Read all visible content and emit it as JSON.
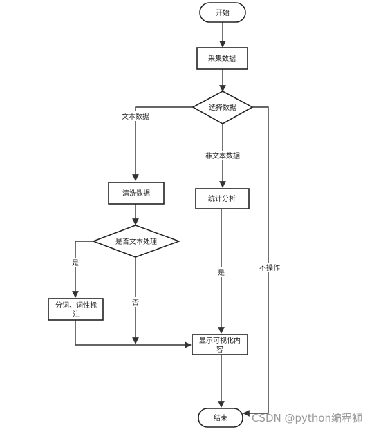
{
  "nodes": {
    "start": "开始",
    "collect": "采集数据",
    "select": "选择数据",
    "clean": "清洗数据",
    "stats": "统计分析",
    "decide_text": "是否文本处理",
    "segment": [
      "分词、词性标",
      "注"
    ],
    "display": [
      "显示可视化内",
      "容"
    ],
    "end": "结束"
  },
  "edge_labels": {
    "text_data": "文本数据",
    "non_text_data": "非文本数据",
    "no_op": "不操作",
    "yes_segment": "是",
    "no": "否",
    "yes_display": "是"
  },
  "watermark": "CSDN @python编程狮"
}
